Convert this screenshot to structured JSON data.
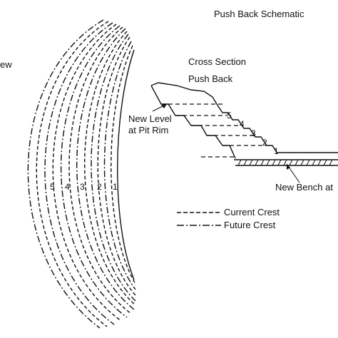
{
  "title": "Push Back Schematic",
  "plan_view_label_fragment": "ew",
  "cross_section": {
    "heading": "Cross Section",
    "subheading": "Push Back",
    "new_level_label_line1": "New Level",
    "new_level_label_line2": "at Pit Rim",
    "new_bench_label": "New Bench at",
    "bench_numbers": [
      "5",
      "4",
      "3",
      "2",
      "1"
    ]
  },
  "plan_view": {
    "bench_numbers": [
      "5",
      "4",
      "3",
      "2",
      "1"
    ]
  },
  "legend": {
    "current_crest": "Current Crest",
    "future_crest": "Future Crest"
  },
  "colors": {
    "ink": "#111111",
    "background": "#ffffff"
  }
}
